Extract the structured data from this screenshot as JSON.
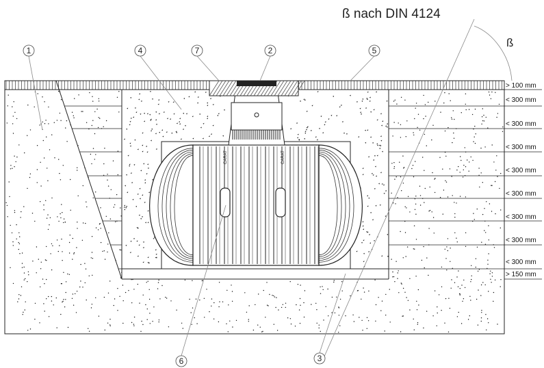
{
  "title": "ß nach DIN  4124",
  "angle_symbol": "ß",
  "callouts": [
    {
      "num": "1"
    },
    {
      "num": "2"
    },
    {
      "num": "3"
    },
    {
      "num": "4"
    },
    {
      "num": "5"
    },
    {
      "num": "6"
    },
    {
      "num": "7"
    }
  ],
  "dimensions": [
    {
      "label": "> 100 mm"
    },
    {
      "label": "< 300 mm"
    },
    {
      "label": "< 300 mm"
    },
    {
      "label": "< 300 mm"
    },
    {
      "label": "< 300 mm"
    },
    {
      "label": "< 300 mm"
    },
    {
      "label": "< 300 mm"
    },
    {
      "label": "< 300 mm"
    },
    {
      "label": "< 300 mm"
    },
    {
      "label": "> 150 mm"
    }
  ],
  "tank_text": [
    "CARAT",
    "CARAT"
  ],
  "colors": {
    "line": "#222222",
    "gravel": "#111111",
    "paving": "#555555"
  }
}
